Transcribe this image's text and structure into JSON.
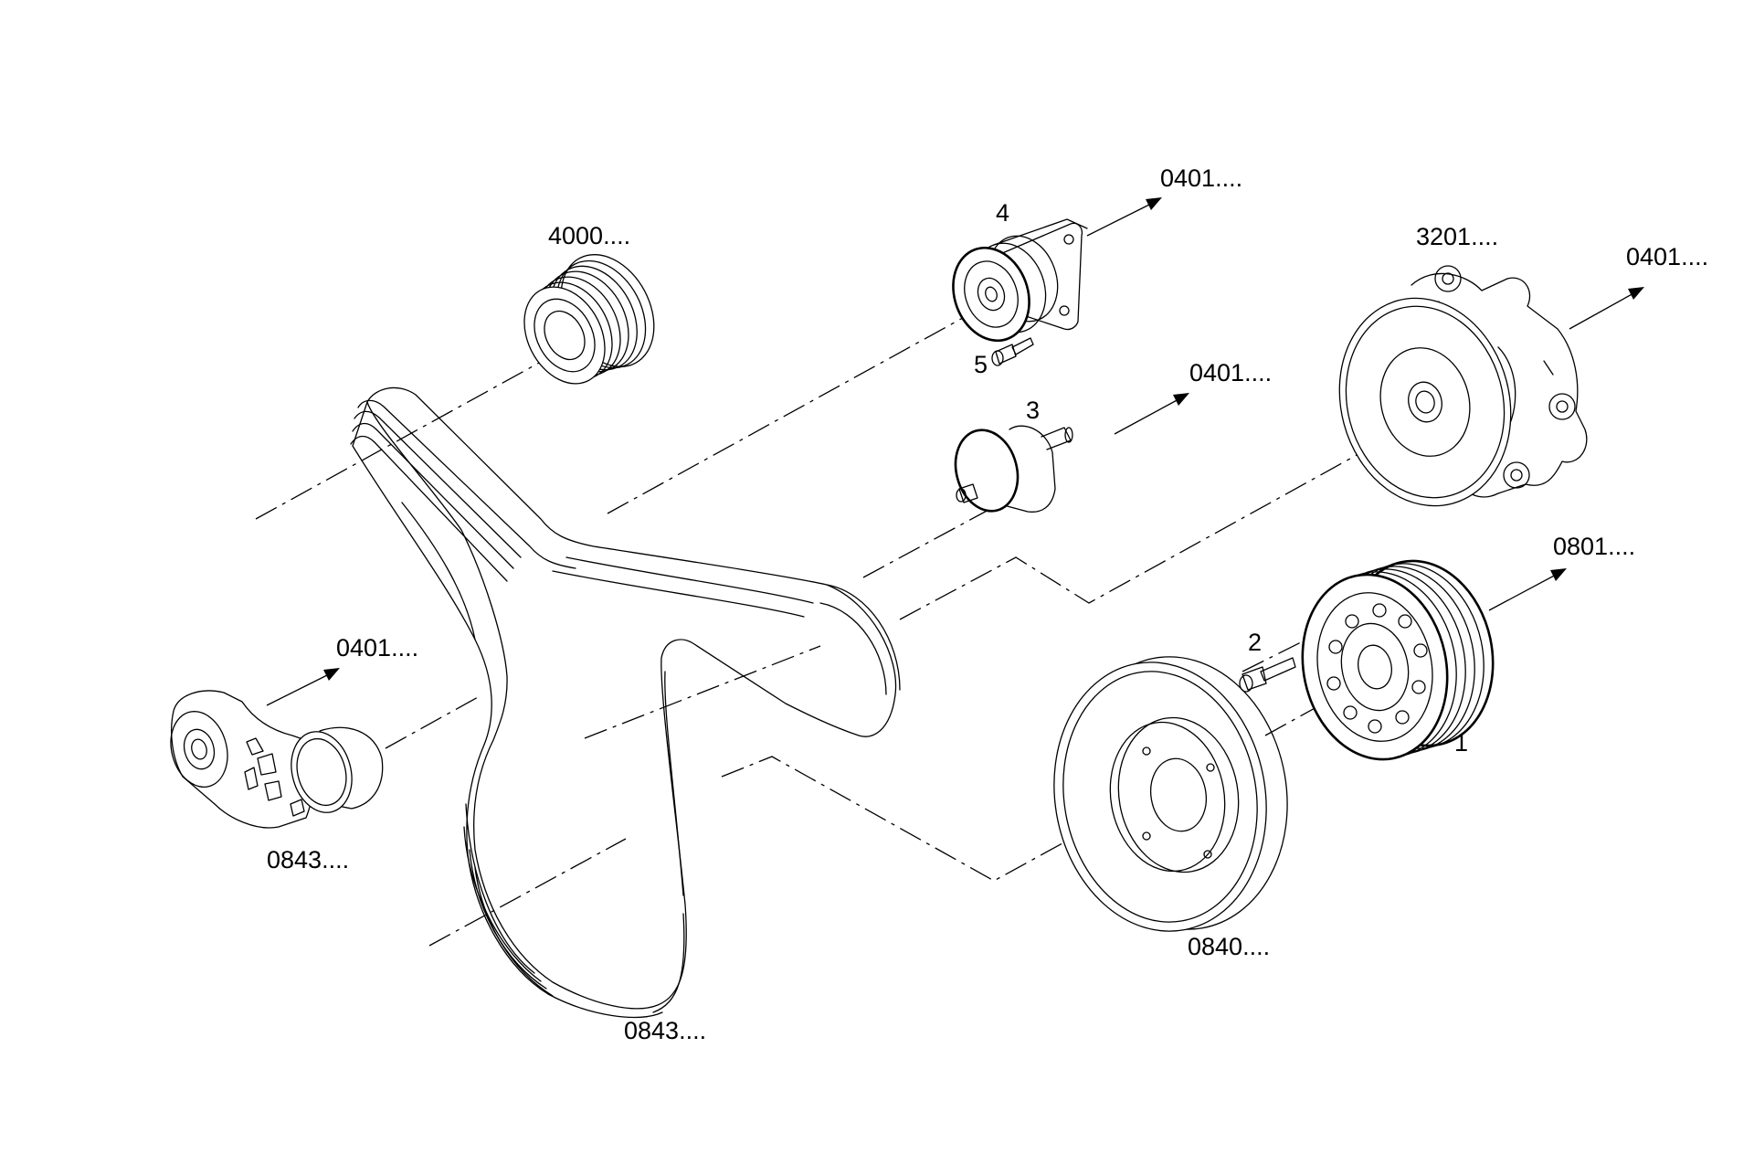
{
  "diagram": {
    "labels": {
      "idler_pulley_ref": "4000....",
      "tensioner_4_ref": "0401....",
      "item_4": "4",
      "item_5": "5",
      "item_3": "3",
      "idler_3_ref": "0401....",
      "water_pump_ref": "3201....",
      "water_pump_arrow_ref": "0401....",
      "pulley_1_ref": "0801....",
      "item_2": "2",
      "item_1": "1",
      "tensioner_arrow_ref": "0401....",
      "tensioner_ref": "0843....",
      "damper_ref": "0840....",
      "belt_ref": "0843...."
    }
  }
}
